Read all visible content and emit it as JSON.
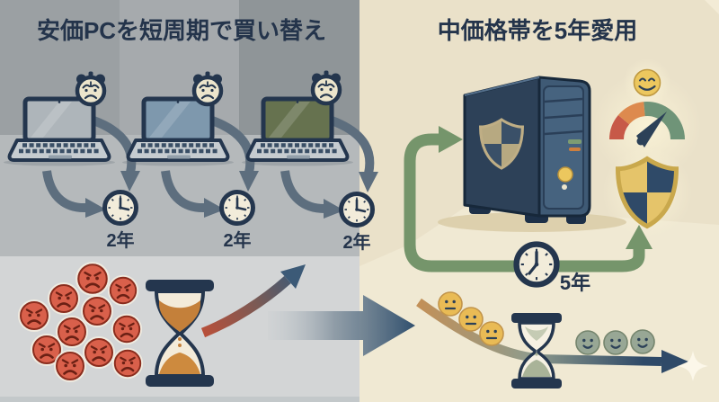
{
  "left_panel": {
    "title": "安価PCを短周期で買い替え",
    "laptops": [
      {
        "icon": "laptop-gray-icon",
        "screen_color": "#aeb5ba",
        "cycle_label": "2年"
      },
      {
        "icon": "laptop-blue-icon",
        "screen_color": "#7e98ad",
        "cycle_label": "2年"
      },
      {
        "icon": "laptop-olive-icon",
        "screen_color": "#66724f",
        "cycle_label": "2年"
      }
    ],
    "angry_face_count": 11,
    "icons": [
      "alarm-clock-sad-icon",
      "wall-clock-icon",
      "hourglass-orange-icon",
      "rising-stress-arrow-icon"
    ]
  },
  "right_panel": {
    "title": "中価格帯を5年愛用",
    "duration_label": "5年",
    "mood_sequence": [
      "neutral",
      "neutral",
      "neutral",
      "calm",
      "calm",
      "calm"
    ],
    "icons": [
      "desktop-tower-icon",
      "shield-emblem-icon",
      "satisfaction-gauge-icon",
      "happy-face-icon",
      "shield-badge-icon",
      "wall-clock-icon",
      "hourglass-green-icon",
      "sparkle-icon",
      "cycle-arrow-icon"
    ]
  },
  "transition": {
    "icon": "big-right-arrow-icon"
  },
  "colors": {
    "navy": "#24364e",
    "panel_gray": "#9ba0a3",
    "panel_cream": "#eae1c9",
    "angry_red": "#d9604b",
    "sand_orange": "#c4803a",
    "arrow_gray": "#5d6e7e",
    "cycle_green": "#75956b",
    "gold": "#e5c46a",
    "gauge_red": "#c75948",
    "gauge_orange": "#dd8a4e",
    "gauge_green": "#6f9478",
    "neutral_yellow": "#e9bb55",
    "calm_green": "#98a795"
  }
}
